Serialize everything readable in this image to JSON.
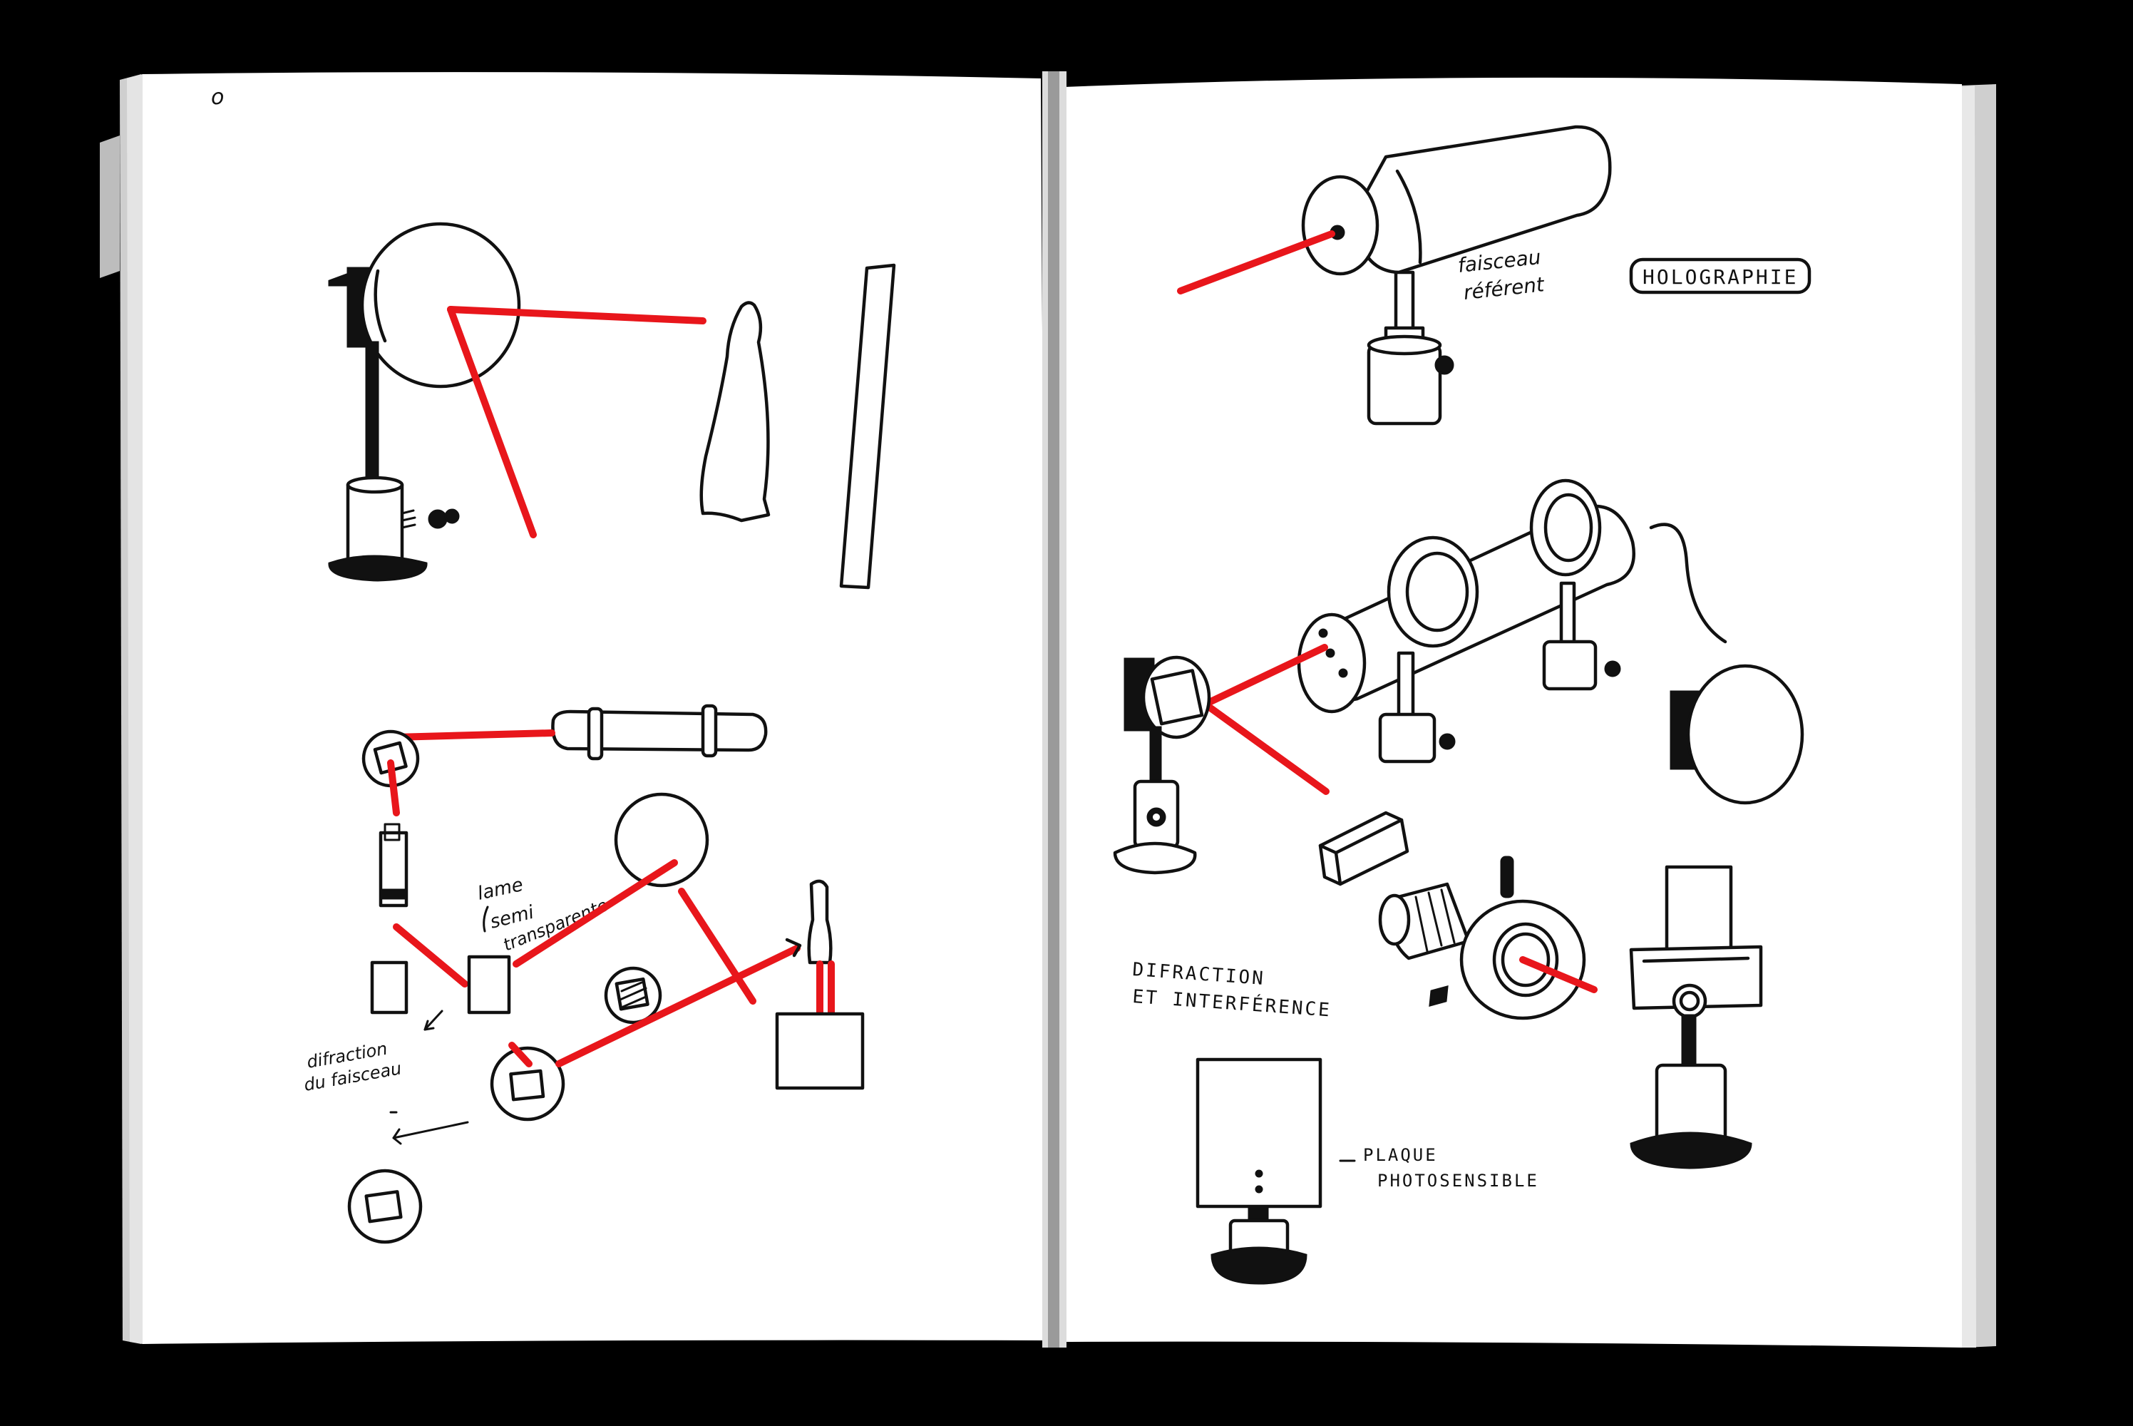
{
  "notebook": {
    "left_page": {
      "page_mark": "o",
      "labels": {
        "lame": "lame",
        "semi": "semi",
        "transparente": "transparente",
        "diffraction": "difraction",
        "faisceau": "du faisceau"
      }
    },
    "right_page": {
      "title": "HOLOGRAPHIE",
      "reference_beam_1": "faisceau",
      "reference_beam_2": "référent",
      "section_1": "DIFRACTION",
      "section_2": "ET INTERFÉRENCE",
      "plate_1": "PLAQUE",
      "plate_2": "PHOTOSENSIBLE"
    }
  },
  "colors": {
    "laser": "#e8161b",
    "ink": "#111111",
    "paper": "#ffffff",
    "background": "#000000"
  }
}
